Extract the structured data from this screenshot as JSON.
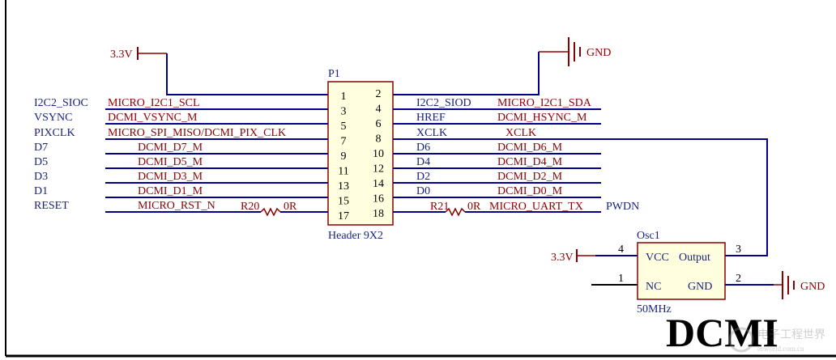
{
  "component": {
    "designator": "P1",
    "footprint": "Header 9X2",
    "pins_left": [
      "1",
      "3",
      "5",
      "7",
      "9",
      "11",
      "13",
      "15",
      "17"
    ],
    "pins_right": [
      "2",
      "4",
      "6",
      "8",
      "10",
      "12",
      "14",
      "16",
      "18"
    ]
  },
  "left_ports": [
    "I2C2_SIOC",
    "VSYNC",
    "PIXCLK",
    "D7",
    "D5",
    "D3",
    "D1",
    "RESET"
  ],
  "left_nets": [
    "MICRO_I2C1_SCL",
    "DCMI_VSYNC_M",
    "MICRO_SPI_MISO/DCMI_PIX_CLK",
    "DCMI_D7_M",
    "DCMI_D5_M",
    "DCMI_D3_M",
    "DCMI_D1_M",
    "MICRO_RST_N"
  ],
  "right_ports": [
    "I2C2_SIOD",
    "HREF",
    "XCLK",
    "D6",
    "D4",
    "D2",
    "D0"
  ],
  "right_nets": [
    "MICRO_I2C1_SDA",
    "DCMI_HSYNC_M",
    "XCLK",
    "DCMI_D6_M",
    "DCMI_D4_M",
    "DCMI_D2_M",
    "DCMI_D0_M",
    "MICRO_UART_TX"
  ],
  "resistors": {
    "r20": {
      "designator": "R20",
      "value": "0R"
    },
    "r21": {
      "designator": "R21",
      "value": "0R"
    }
  },
  "pwdn": "PWDN",
  "power": {
    "vcc_label": "3.3V",
    "gnd_label": "GND"
  },
  "osc": {
    "designator": "Osc1",
    "value": "50MHz",
    "pin_vcc": "VCC",
    "pin_output": "Output",
    "pin_nc": "NC",
    "pin_gnd": "GND",
    "pin_num_vcc": "4",
    "pin_num_output": "3",
    "pin_num_nc": "1",
    "pin_num_gnd": "2"
  },
  "title": "DCMI",
  "watermark": "电子工程世界",
  "watermark_url": "eeworld.com.cn",
  "colors": {
    "wire": "#00008b",
    "label": "#8b0000",
    "port": "#1a237e",
    "body": "#ffffe0"
  }
}
